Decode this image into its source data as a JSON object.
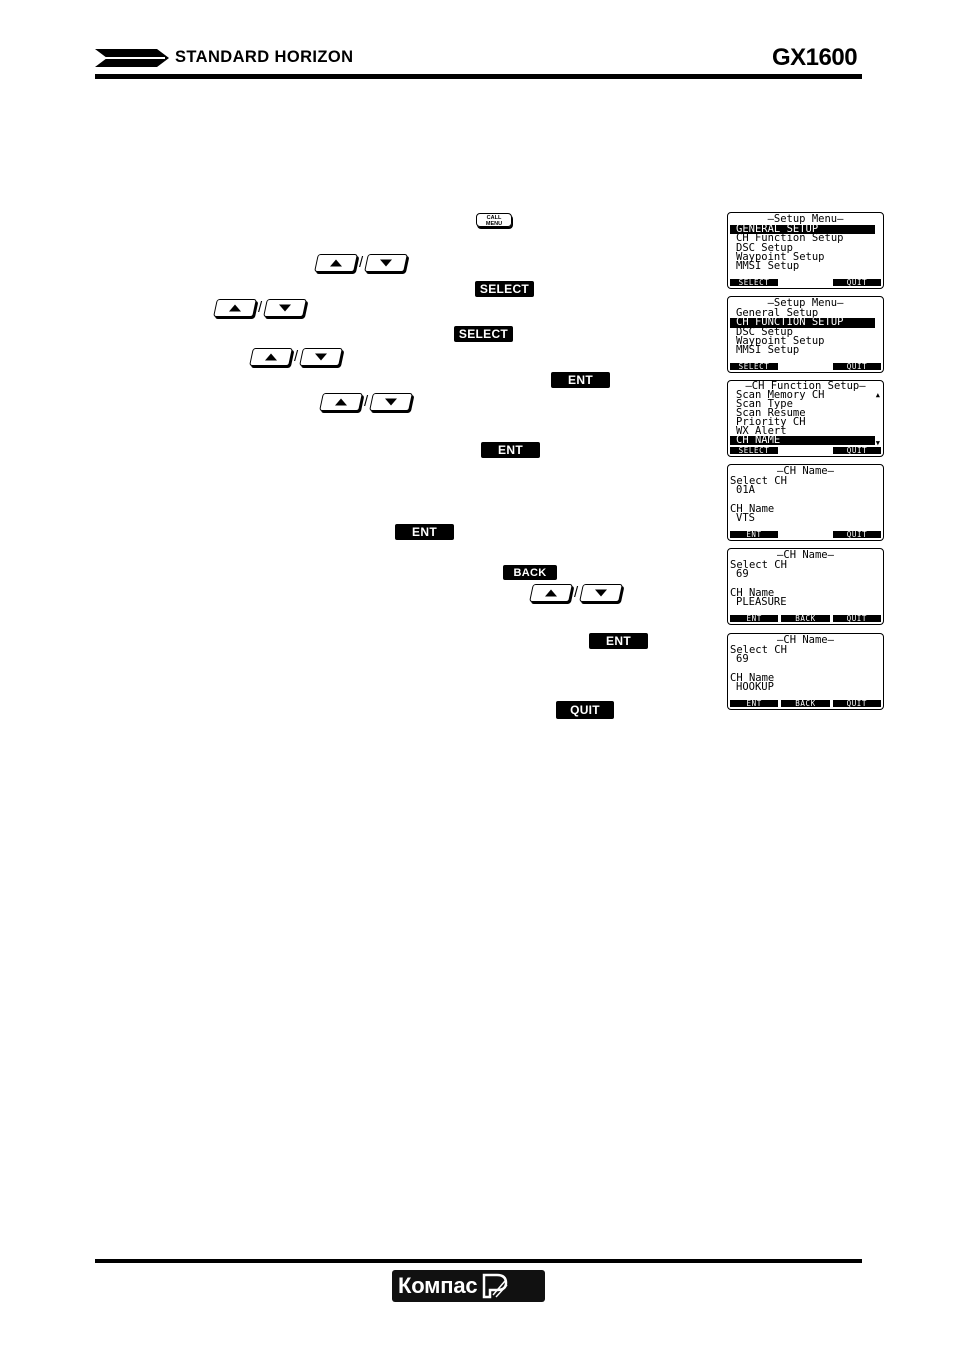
{
  "header": {
    "brand": "STANDARD HORIZON",
    "model": "GX1600"
  },
  "keys": {
    "call_menu_top": "CALL",
    "call_menu_bottom": "MENU",
    "select": "SELECT",
    "ent": "ENT",
    "back": "BACK",
    "quit": "QUIT"
  },
  "screens": [
    {
      "title": "—Setup Menu—",
      "lines": [
        "GENERAL SETUP",
        "CH Function Setup",
        "DSC Setup",
        "Waypoint Setup",
        "MMSI Setup"
      ],
      "highlight": 0,
      "softkeys": [
        "SELECT",
        "QUIT"
      ]
    },
    {
      "title": "—Setup Menu—",
      "lines": [
        "General Setup",
        "CH FUNCTION SETUP",
        "DSC Setup",
        "Waypoint Setup",
        "MMSI Setup"
      ],
      "highlight": 1,
      "softkeys": [
        "SELECT",
        "QUIT"
      ]
    },
    {
      "title": "—CH Function Setup—",
      "lines": [
        "Scan Memory CH",
        "Scan Type",
        "Scan Resume",
        "Priority CH",
        "WX Alert",
        "CH NAME"
      ],
      "highlight": 5,
      "softkeys": [
        "SELECT",
        "QUIT"
      ]
    },
    {
      "title": "—CH Name—",
      "select_label": "Select CH",
      "channel": "01A",
      "name_label": "CH Name",
      "name": "VTS",
      "softkeys": [
        "ENT",
        "QUIT"
      ]
    },
    {
      "title": "—CH Name—",
      "select_label": "Select CH",
      "channel": "69",
      "name_label": "CH Name",
      "name": "PLEASURE",
      "softkeys": [
        "ENT",
        "BACK",
        "QUIT"
      ]
    },
    {
      "title": "—CH Name—",
      "select_label": "Select CH",
      "channel": "69",
      "name_label": "CH Name",
      "name": "HOOKUP",
      "softkeys": [
        "ENT",
        "BACK",
        "QUIT"
      ]
    }
  ],
  "footer": {
    "logo_text": "Компас"
  }
}
